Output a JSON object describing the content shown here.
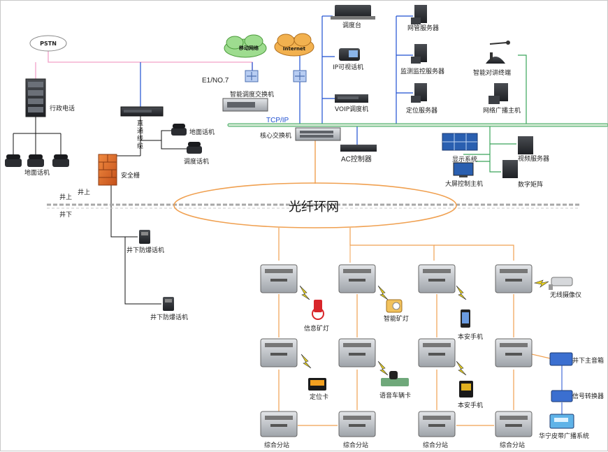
{
  "network": {
    "pstn": "PSTN",
    "admin_phone": "行政电话",
    "ground_phones": "地面话机",
    "cloud_mobile": "移动网络",
    "cloud_internet": "Internet",
    "e1": "E1/NO.7",
    "smart_switch": "智能调度交换机",
    "dispatch_console": "调度台",
    "ip_phone": "IP可视话机",
    "voip_phone": "VOIP调度机",
    "net_mgmt_server": "网管服务器",
    "monitor_server": "监测监控服务器",
    "locate_server": "定位服务器",
    "intercom": "智能对讲终端",
    "broadcast_host": "网络广播主机",
    "tcpip": "TCP/IP",
    "core_switch": "核心交换机",
    "express_line": "直\n通\n线\n缆",
    "ground_phone2": "地面话机",
    "dispatch_phone": "调度话机",
    "firewall": "安全栅",
    "ac_controller": "AC控制器",
    "display_system": "显示系统",
    "video_server": "视频服务器",
    "big_screen": "大屏控制主机",
    "digital_matrix": "数字矩阵",
    "well_up": "井上",
    "well_down": "井下",
    "fiber_ring": "光纤环网",
    "ex_phone_1": "井下防爆话机",
    "ex_phone_2": "井下防爆话机",
    "info_lamp": "信息矿灯",
    "smart_lamp": "智能矿灯",
    "safe_phone_1": "本安手机",
    "wireless_camera": "无线摄像仪",
    "locate_card": "定位卡",
    "vehicle_card": "语音车辆卡",
    "safe_phone_2": "本安手机",
    "underground_speaker": "井下主音箱",
    "signal_converter": "信号转换器",
    "broadcast_system": "华宁皮带广播系统",
    "substation": "综合分站"
  }
}
